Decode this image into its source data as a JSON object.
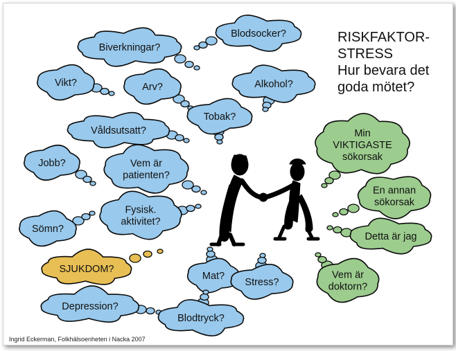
{
  "title_lines": [
    "RISKFAKTOR-",
    "STRESS",
    "Hur bevara det",
    "goda mötet?"
  ],
  "footer": "Ingrid Eckerman, Folkhälsoenheten i Nacka 2007",
  "colors": {
    "blue_cloud": "#99c9ec",
    "green_cloud": "#9ccc8e",
    "orange_cloud": "#e8bf55",
    "outline": "#0a0a0a",
    "figure": "#000000"
  },
  "clouds": [
    {
      "id": "biverkningar",
      "lines": [
        "Biverkningar?"
      ],
      "color": "blue"
    },
    {
      "id": "blodsocker",
      "lines": [
        "Blodsocker?"
      ],
      "color": "blue"
    },
    {
      "id": "vikt",
      "lines": [
        "Vikt?"
      ],
      "color": "blue"
    },
    {
      "id": "arv",
      "lines": [
        "Arv?"
      ],
      "color": "blue"
    },
    {
      "id": "alkohol",
      "lines": [
        "Alkohol?"
      ],
      "color": "blue"
    },
    {
      "id": "tobak",
      "lines": [
        "Tobak?"
      ],
      "color": "blue"
    },
    {
      "id": "valdsutsatt",
      "lines": [
        "Våldsutsatt?"
      ],
      "color": "blue"
    },
    {
      "id": "jobb",
      "lines": [
        "Jobb?"
      ],
      "color": "blue"
    },
    {
      "id": "vem-ar-patienten",
      "lines": [
        "Vem är",
        "patienten?"
      ],
      "color": "blue"
    },
    {
      "id": "fysisk-aktivitet",
      "lines": [
        "Fysisk.",
        "aktivitet?"
      ],
      "color": "blue"
    },
    {
      "id": "somn",
      "lines": [
        "Sömn?"
      ],
      "color": "blue"
    },
    {
      "id": "sjukdom",
      "lines": [
        "SJUKDOM?"
      ],
      "color": "orange"
    },
    {
      "id": "mat",
      "lines": [
        "Mat?"
      ],
      "color": "blue"
    },
    {
      "id": "stress",
      "lines": [
        "Stress?"
      ],
      "color": "blue"
    },
    {
      "id": "depression",
      "lines": [
        "Depression?"
      ],
      "color": "blue"
    },
    {
      "id": "blodtryck",
      "lines": [
        "Blodtryck?"
      ],
      "color": "blue"
    },
    {
      "id": "min-viktigaste",
      "lines": [
        "Min",
        "VIKTIGASTE",
        "sökorsak"
      ],
      "color": "green"
    },
    {
      "id": "en-annan",
      "lines": [
        "En annan",
        "sökorsak"
      ],
      "color": "green"
    },
    {
      "id": "detta-ar-jag",
      "lines": [
        "Detta är jag"
      ],
      "color": "green"
    },
    {
      "id": "vem-ar-doktorn",
      "lines": [
        "Vem är",
        "doktorn?"
      ],
      "color": "green"
    }
  ]
}
